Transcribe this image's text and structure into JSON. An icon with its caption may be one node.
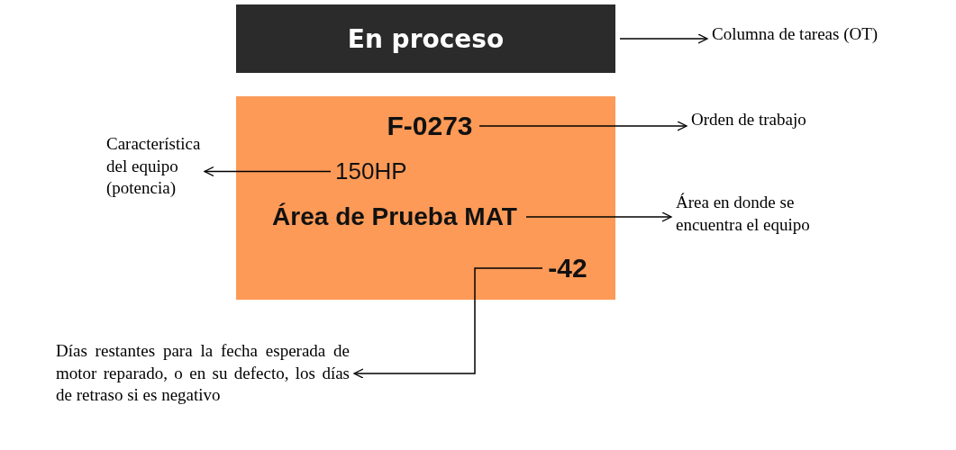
{
  "diagram": {
    "nodes": [
      {
        "text": [
          "En proceso"
        ]
      },
      {
        "text": [],
        "shape": "box"
      },
      {
        "text": [
          "F-0273"
        ],
        "in": 1
      },
      {
        "text": [
          "150HP"
        ],
        "in": 1
      },
      {
        "text": [
          "Área de Prueba MAT"
        ],
        "in": 1
      },
      {
        "text": [
          "-42"
        ],
        "in": 1
      },
      {
        "text": [
          "Columna de tareas (OT)"
        ]
      },
      {
        "text": [
          "Orden de trabajo"
        ]
      },
      {
        "text": [
          "Característica del equipo (potencia)"
        ]
      },
      {
        "text": [
          "Área en donde se encuentra el equipo"
        ]
      },
      {
        "text": [
          "Días restantes para la fecha esperada de motor reparado, o en su defecto, los días de retraso si es negativo"
        ]
      }
    ],
    "edges": [
      {
        "from": 0,
        "to": 6,
        "arrow": "to"
      },
      {
        "from": 2,
        "to": 7,
        "arrow": "to"
      },
      {
        "from": 3,
        "to": 8,
        "arrow": "to"
      },
      {
        "from": 4,
        "to": 9,
        "arrow": "to"
      },
      {
        "from": 5,
        "to": 10,
        "arrow": "to"
      }
    ]
  }
}
